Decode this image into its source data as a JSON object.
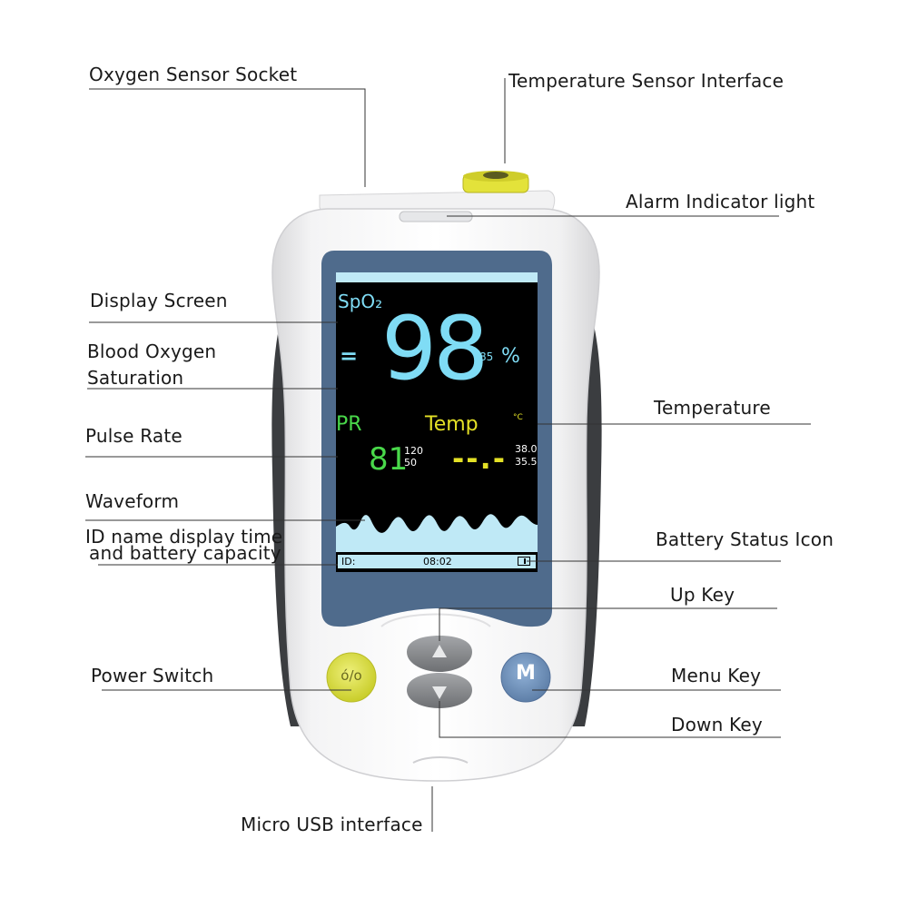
{
  "labels": {
    "oxygen_sensor_socket": "Oxygen Sensor Socket",
    "temperature_sensor_interface": "Temperature Sensor Interface",
    "alarm_indicator_light": "Alarm Indicator light",
    "display_screen": "Display Screen",
    "blood_oxygen_line1": "Blood Oxygen",
    "blood_oxygen_line2": "Saturation",
    "temperature": "Temperature",
    "pulse_rate": "Pulse Rate",
    "waveform": "Waveform",
    "id_line1": "ID name display time",
    "id_line2": "and battery capacity",
    "battery_status_icon": "Battery Status Icon",
    "up_key": "Up Key",
    "power_switch": "Power Switch",
    "menu_key": "Menu Key",
    "down_key": "Down Key",
    "micro_usb": "Micro USB interface"
  },
  "screen": {
    "spo2_title": "SpO₂",
    "spo2_marker": "=",
    "spo2_value": "98",
    "spo2_limit": "85",
    "spo2_unit": "%",
    "pr_title": "PR",
    "pr_value": "81",
    "pr_high": "120",
    "pr_low": "50",
    "temp_title": "Temp",
    "temp_unit": "°C",
    "temp_value": "--.-",
    "temp_high": "38.0",
    "temp_low": "35.5",
    "id_label": "ID:",
    "time": "08:02"
  },
  "keys": {
    "menu": "M",
    "power": "ό/ο"
  },
  "colors": {
    "spo2": "#7fdcf5",
    "pulse": "#49d84a",
    "temp": "#e4e126",
    "power_key": "#d9dd3a",
    "menu_key": "#6f90b8",
    "screen_bezel": "#4f6b8c"
  }
}
